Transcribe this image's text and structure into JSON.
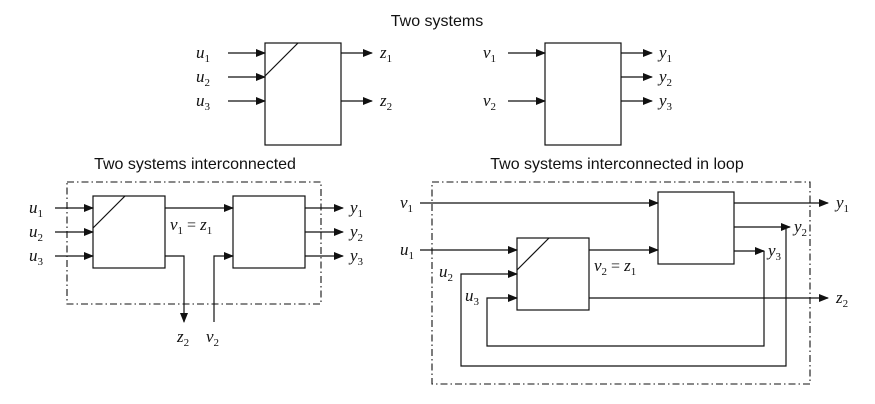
{
  "titles": {
    "top": "Two systems",
    "left": "Two systems interconnected",
    "right": "Two systems interconnected in loop"
  },
  "vars": {
    "u": "u",
    "v": "v",
    "y": "y",
    "z": "z"
  },
  "subs": {
    "s1": "1",
    "s2": "2",
    "s3": "3"
  },
  "eq": {
    "equals": " = "
  }
}
